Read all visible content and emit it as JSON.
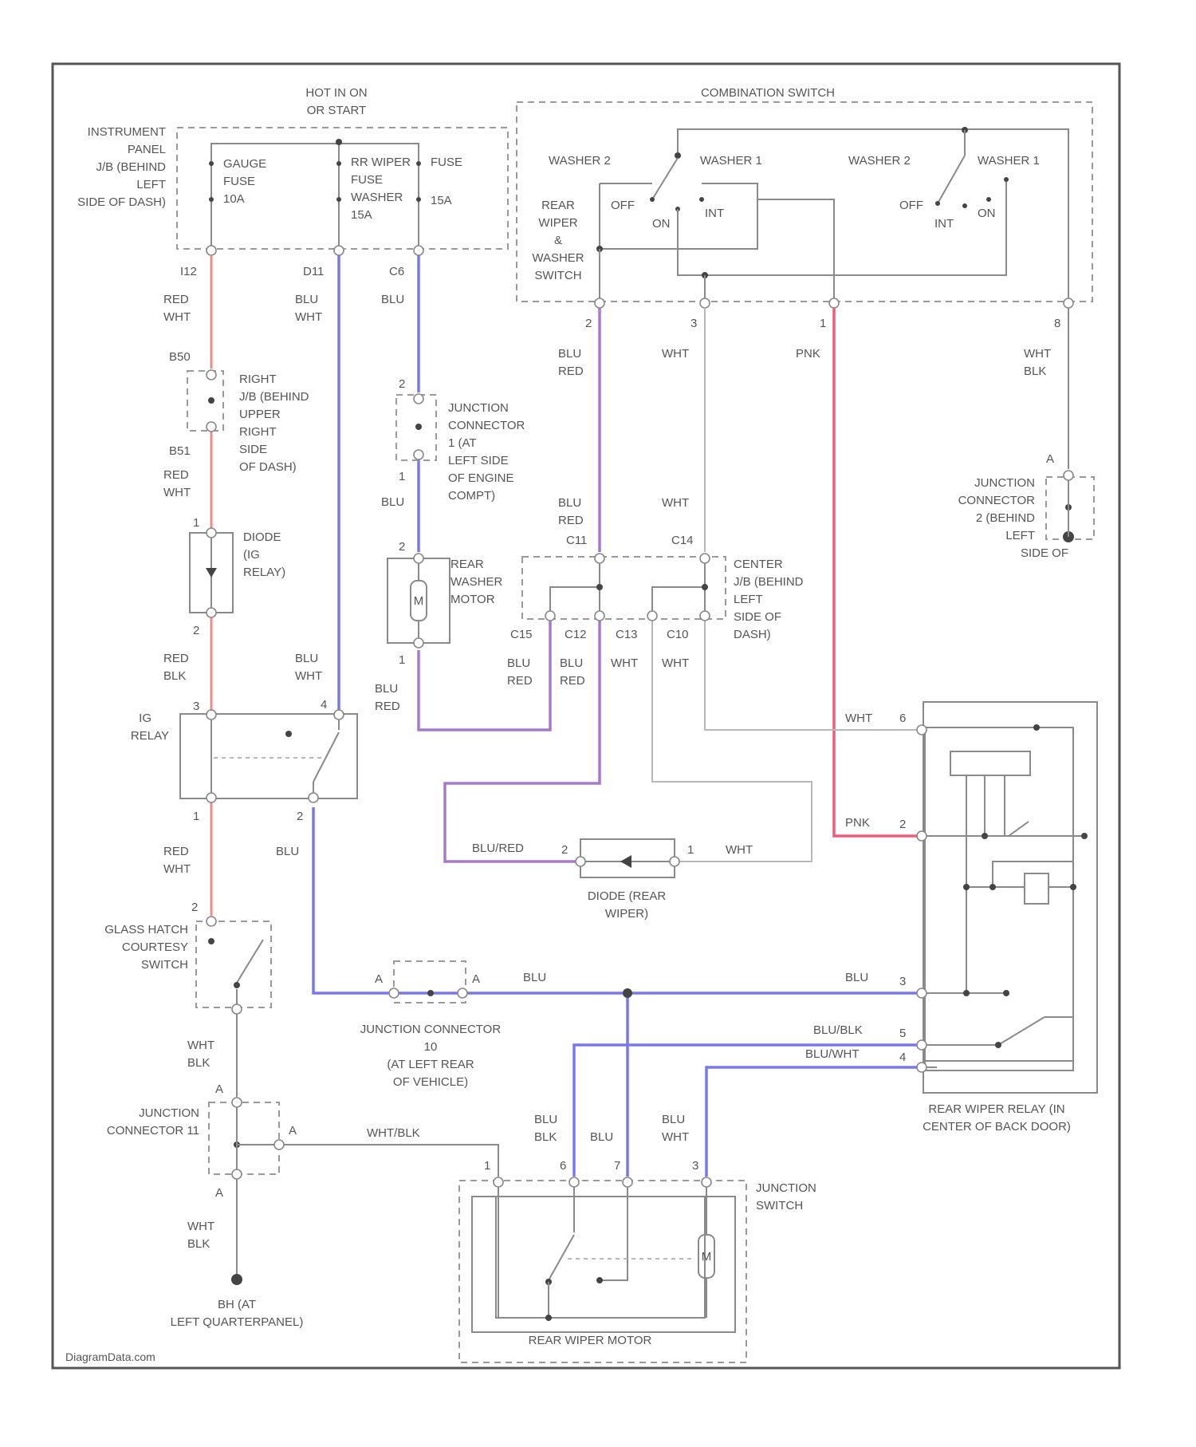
{
  "diagram": {
    "watermark": "DiagramData.com",
    "components": {
      "hot_in_on": [
        "HOT IN ON",
        "OR START"
      ],
      "instrument_panel_jb": [
        "INSTRUMENT",
        "PANEL",
        "J/B (BEHIND",
        "LEFT",
        "SIDE OF DASH)"
      ],
      "gauge_fuse": [
        "GAUGE",
        "FUSE",
        "10A"
      ],
      "rr_wiper_fuse": [
        "RR WIPER",
        "FUSE",
        "WASHER",
        "15A"
      ],
      "fuse_label": "FUSE",
      "fuse_amp": "15A",
      "combination_switch": "COMBINATION SWITCH",
      "washer_2_left": "WASHER 2",
      "washer_1_left": "WASHER 1",
      "washer_2_right": "WASHER 2",
      "washer_1_right": "WASHER 1",
      "off_left": "OFF",
      "on_left": "ON",
      "int_left": "INT",
      "off_right": "OFF",
      "int_right": "INT",
      "on_right": "ON",
      "rear_wiper_switch": [
        "REAR",
        "WIPER",
        "&",
        "WASHER",
        "SWITCH"
      ],
      "right_jb": [
        "RIGHT",
        "J/B (BEHIND",
        "UPPER",
        "RIGHT",
        "SIDE",
        "OF DASH)"
      ],
      "junction_connector_1": [
        "JUNCTION",
        "CONNECTOR",
        "1 (AT",
        "LEFT SIDE",
        "OF ENGINE",
        "COMPT)"
      ],
      "junction_connector_2": [
        "JUNCTION",
        "CONNECTOR",
        "2 (BEHIND",
        "LEFT",
        "SIDE OF"
      ],
      "diode_ig_relay": [
        "DIODE",
        "(IG",
        "RELAY)"
      ],
      "rear_washer_motor": [
        "REAR",
        "WASHER",
        "MOTOR"
      ],
      "center_jb": [
        "CENTER",
        "J/B (BEHIND",
        "LEFT",
        "SIDE OF",
        "DASH)"
      ],
      "ig_relay": [
        "IG",
        "RELAY"
      ],
      "diode_rear_wiper": [
        "DIODE (REAR",
        "WIPER)"
      ],
      "glass_hatch_switch": [
        "GLASS HATCH",
        "COURTESY",
        "SWITCH"
      ],
      "junction_connector_10": [
        "JUNCTION CONNECTOR",
        "10",
        "(AT LEFT REAR",
        "OF VEHICLE)"
      ],
      "junction_connector_11": [
        "JUNCTION",
        "CONNECTOR 11"
      ],
      "ground": [
        "BH (AT",
        "LEFT QUARTERPANEL)"
      ],
      "rear_wiper_relay": [
        "REAR WIPER RELAY (IN",
        "CENTER OF BACK DOOR)"
      ],
      "junction_switch": [
        "JUNCTION",
        "SWITCH"
      ],
      "rear_wiper_motor": "REAR WIPER MOTOR",
      "motor_symbol": "M"
    },
    "connectors": {
      "i12": "I12",
      "d11": "D11",
      "c6": "C6",
      "b50": "B50",
      "b51": "B51",
      "c11": "C11",
      "c14": "C14",
      "c15": "C15",
      "c12": "C12",
      "c13": "C13",
      "c10": "C10"
    },
    "pins": {
      "cs_2": "2",
      "cs_3": "3",
      "cs_1": "1",
      "cs_8": "8",
      "jc1_top": "2",
      "jc1_bot": "1",
      "rwm_top": "2",
      "rwm_bot": "1",
      "diode_top": "1",
      "diode_bot": "2",
      "ig_3": "3",
      "ig_4": "4",
      "ig_1": "1",
      "ig_2": "2",
      "gh_top": "2",
      "jc2_a": "A",
      "dr_left": "2",
      "dr_right": "1",
      "jc10_left": "A",
      "jc10_right": "A",
      "jc11_top": "A",
      "jc11_side": "A",
      "jc11_bot": "A",
      "rr_6": "6",
      "rr_2": "2",
      "rr_3": "3",
      "rr_5": "5",
      "rr_4": "4",
      "js_1": "1",
      "js_6": "6",
      "js_7": "7",
      "js_3": "3"
    },
    "wires": {
      "w_red_wht_1": [
        "RED",
        "WHT"
      ],
      "w_blu_wht_1": [
        "BLU",
        "WHT"
      ],
      "w_blu_1": "BLU",
      "w_blu_red_1": [
        "BLU",
        "RED"
      ],
      "w_wht_1": "WHT",
      "w_pnk_1": "PNK",
      "w_wht_blk_1": [
        "WHT",
        "BLK"
      ],
      "w_red_wht_2": [
        "RED",
        "WHT"
      ],
      "w_blu_2": "BLU",
      "w_blu_red_2": [
        "BLU",
        "RED"
      ],
      "w_wht_2": "WHT",
      "w_red_blk": [
        "RED",
        "BLK"
      ],
      "w_blu_wht_2": [
        "BLU",
        "WHT"
      ],
      "w_blu_red_3": [
        "BLU",
        "RED"
      ],
      "w_blu_red_4": [
        "BLU",
        "RED"
      ],
      "w_blu_red_5": [
        "BLU",
        "RED"
      ],
      "w_wht_3": "WHT",
      "w_wht_4": "WHT",
      "w_wht_5": "WHT",
      "w_pnk_2": "PNK",
      "w_red_wht_3": [
        "RED",
        "WHT"
      ],
      "w_blu_3": "BLU",
      "w_blu_red_diode": "BLU/RED",
      "w_wht_6": "WHT",
      "w_blu_4": "BLU",
      "w_blu_5": "BLU",
      "w_blu_blk_1": "BLU/BLK",
      "w_blu_wht_3": "BLU/WHT",
      "w_wht_blk_2": [
        "WHT",
        "BLK"
      ],
      "w_wht_blk_3": "WHT/BLK",
      "w_wht_blk_4": [
        "WHT",
        "BLK"
      ],
      "w_blu_blk_2": [
        "BLU",
        "BLK"
      ],
      "w_blu_6": "BLU",
      "w_blu_wht_4": [
        "BLU",
        "WHT"
      ]
    },
    "colors": {
      "red_wire": "#f28a8a",
      "pink_wire": "#ef5c7c",
      "blue_wire": "#7878ee",
      "purple_wire": "#a57acb",
      "gray_wire": "#8a8a8a",
      "frame": "#555555"
    }
  }
}
